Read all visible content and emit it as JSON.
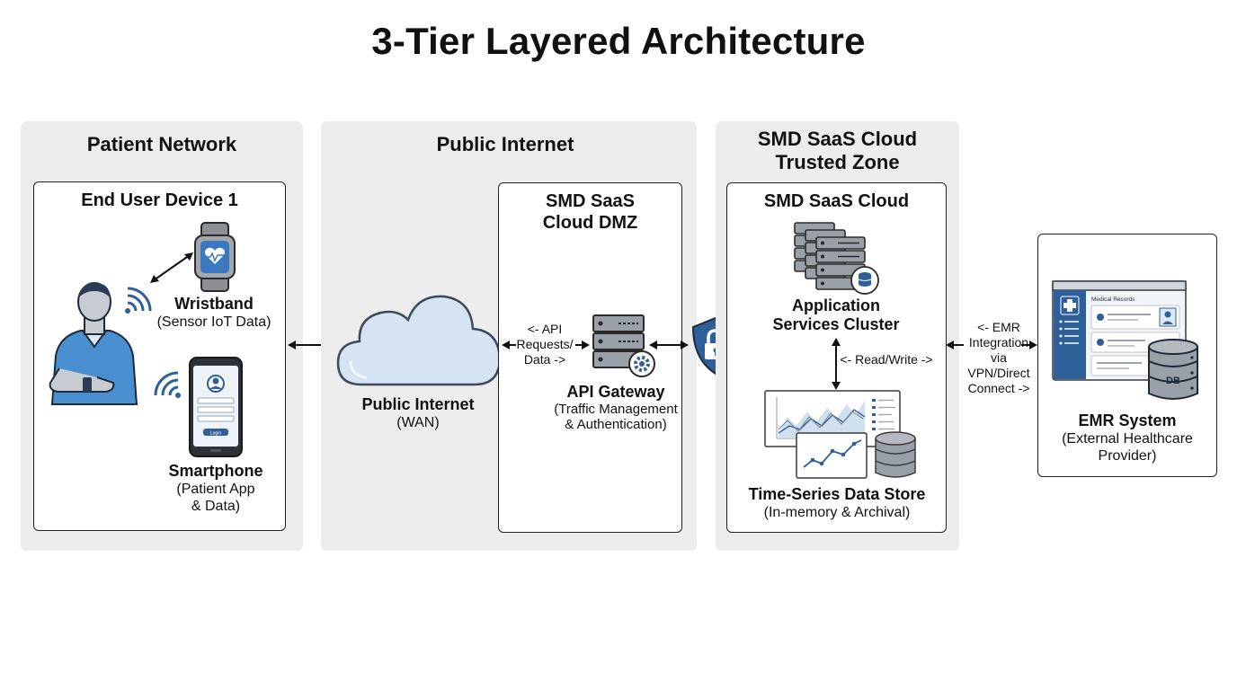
{
  "title": "3-Tier Layered Architecture",
  "zones": {
    "patient": {
      "title": "Patient Network",
      "device_title": "End User Device 1",
      "wristband_name": "Wristband",
      "wristband_desc": "(Sensor IoT Data)",
      "smartphone_name": "Smartphone",
      "smartphone_desc_1": "(Patient App",
      "smartphone_desc_2": "& Data)"
    },
    "internet": {
      "title": "Public Internet",
      "cloud_name": "Public Internet",
      "cloud_desc": "(WAN)",
      "dmz_title_1": "SMD SaaS",
      "dmz_title_2": "Cloud DMZ",
      "api_arrow_1": "<- API",
      "api_arrow_2": "Requests/",
      "api_arrow_3": "Data ->",
      "gateway_name": "API Gateway",
      "gateway_desc_1": "(Traffic Management",
      "gateway_desc_2": "& Authentication)"
    },
    "trusted": {
      "title_1": "SMD SaaS Cloud",
      "title_2": "Trusted Zone",
      "box_title": "SMD SaaS Cloud",
      "cluster_name_1": "Application",
      "cluster_name_2": "Services Cluster",
      "rw_label": "<- Read/Write ->",
      "store_name": "Time-Series Data Store",
      "store_desc": "(In-memory & Archival)"
    }
  },
  "emr": {
    "arrow_1": "<- EMR",
    "arrow_2": "Integration",
    "arrow_3": "via",
    "arrow_4": "VPN/Direct",
    "arrow_5": "Connect ->",
    "screen_title": "Medical Records",
    "db_label": "DB",
    "name": "EMR System",
    "desc_1": "(External Healthcare",
    "desc_2": "Provider)"
  },
  "phone_button": "Login",
  "colors": {
    "accent_blue": "#2f5f99",
    "light_blue": "#dbe8f6",
    "zone_bg": "#ededed",
    "icon_gray": "#8c8f94"
  }
}
